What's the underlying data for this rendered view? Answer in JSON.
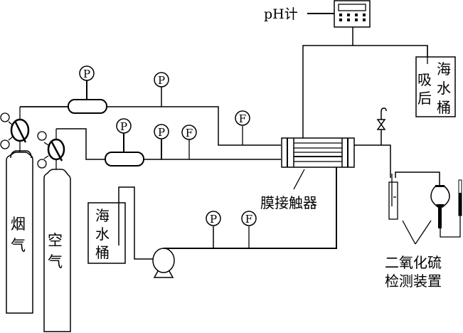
{
  "title": "烟气海水脱硫膜接触器实验装置示意图",
  "labels": {
    "ph_meter": "pH计",
    "flue_gas": [
      "烟",
      "气"
    ],
    "air": [
      "空",
      "气"
    ],
    "seawater_tank": [
      "海",
      "水",
      "桶"
    ],
    "absorbed_seawater_tank_left": [
      "吸",
      "后"
    ],
    "absorbed_seawater_tank_right": [
      "海",
      "水",
      "桶"
    ],
    "membrane_contactor": "膜接触器",
    "so2_detector_line1": "二氧化硫",
    "so2_detector_line2": "检测装置"
  },
  "gauges": {
    "pressure": "P",
    "flow": "F"
  },
  "colors": {
    "line": "#000000",
    "background": "#ffffff"
  }
}
